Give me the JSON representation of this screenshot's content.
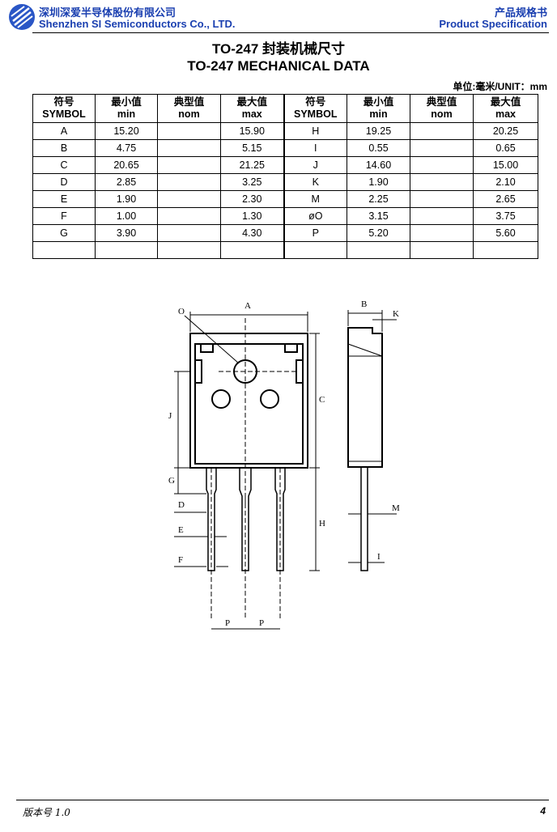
{
  "header": {
    "company_cn": "深圳深爱半导体股份有限公司",
    "company_en": "Shenzhen SI Semiconductors Co., LTD.",
    "spec_cn": "产品规格书",
    "spec_en": "Product Specification",
    "brand_color": "#1a3fb0"
  },
  "title_cn": "TO-247 封装机械尺寸",
  "title_en": "TO-247 MECHANICAL DATA",
  "unit": "单位:毫米/UNIT：mm",
  "table": {
    "headers": [
      [
        "符号",
        "SYMBOL"
      ],
      [
        "最小值",
        "min"
      ],
      [
        "典型值",
        "nom"
      ],
      [
        "最大值",
        "max"
      ],
      [
        "符号",
        "SYMBOL"
      ],
      [
        "最小值",
        "min"
      ],
      [
        "典型值",
        "nom"
      ],
      [
        "最大值",
        "max"
      ]
    ],
    "rows": [
      [
        "A",
        "15.20",
        "",
        "15.90",
        "H",
        "19.25",
        "",
        "20.25"
      ],
      [
        "B",
        "4.75",
        "",
        "5.15",
        "I",
        "0.55",
        "",
        "0.65"
      ],
      [
        "C",
        "20.65",
        "",
        "21.25",
        "J",
        "14.60",
        "",
        "15.00"
      ],
      [
        "D",
        "2.85",
        "",
        "3.25",
        "K",
        "1.90",
        "",
        "2.10"
      ],
      [
        "E",
        "1.90",
        "",
        "2.30",
        "M",
        "2.25",
        "",
        "2.65"
      ],
      [
        "F",
        "1.00",
        "",
        "1.30",
        "øO",
        "3.15",
        "",
        "3.75"
      ],
      [
        "G",
        "3.90",
        "",
        "4.30",
        "P",
        "5.20",
        "",
        "5.60"
      ],
      [
        "",
        "",
        "",
        "",
        "",
        "",
        "",
        ""
      ]
    ]
  },
  "drawing": {
    "labels": {
      "O": "O",
      "A": "A",
      "B": "B",
      "K": "K",
      "C": "C",
      "J": "J",
      "G": "G",
      "D": "D",
      "E": "E",
      "F": "F",
      "H": "H",
      "M": "M",
      "I": "I",
      "P1": "P",
      "P2": "P"
    }
  },
  "footer": {
    "version": "版本号 1.0",
    "page": "4"
  }
}
